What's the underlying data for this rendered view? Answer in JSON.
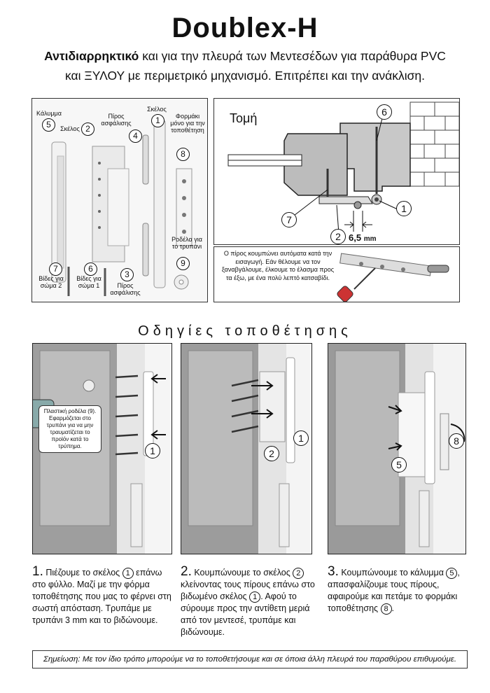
{
  "header": {
    "title": "Doublex-H",
    "subtitle_bold": "Αντιδιαρρηκτικό",
    "subtitle_rest": " και για την πλευρά των Μεντεσέδων για παράθυρα PVC",
    "subtitle_line2": "και ΞΥΛΟΥ με περιμετρικό μηχανισμό. Επιτρέπει και την ανάκλιση."
  },
  "parts": {
    "p5": {
      "num": "5",
      "label": "Κάλυμμα"
    },
    "p2": {
      "num": "2",
      "label": "Σκέλος"
    },
    "p4": {
      "num": "4",
      "label": "Πίρος ασφάλισης"
    },
    "p1": {
      "num": "1",
      "label": "Σκέλος"
    },
    "p8": {
      "num": "8",
      "label": "Φορμάκι μόνο για την τοποθέτηση"
    },
    "p7": {
      "num": "7",
      "label": "Βίδες για σώμα 2"
    },
    "p6": {
      "num": "6",
      "label": "Βίδες για σώμα 1"
    },
    "p3": {
      "num": "3",
      "label": "Πίρος ασφάλισης"
    },
    "p9": {
      "num": "9",
      "label": "Ροδέλα για το τρυπάνι"
    }
  },
  "section_view": {
    "title": "Τομή",
    "callouts": [
      "6",
      "7",
      "2",
      "1"
    ],
    "dimension_value": "6,5",
    "dimension_unit": "mm"
  },
  "pin_note": {
    "text": "Ο πίρος κουμπώνει αυτόματα κατά την εισαγωγή. Εάν θέλουμε να τον ξαναβγάλουμε, έλκουμε το έλασμα προς τα έξω, με ένα πολύ λεπτό κατσαβίδι."
  },
  "instructions_title": "Οδηγίες τοποθέτησης",
  "photos": {
    "photo1_tip": "Πλαστική ροδέλα (9). Εφαρμόζεται στο τρυπάνι για να μην τραυματίζεται το προϊόν κατά το τρύπημα.",
    "photo1_num": "1",
    "photo2_nums": [
      "2",
      "1"
    ],
    "photo3_nums": [
      "8",
      "5"
    ]
  },
  "steps": [
    {
      "num": "1.",
      "t1": "Πιέζουμε το σκέλος ",
      "c": "1",
      "t2": " επάνω",
      "rest": "στο φύλλο. Μαζί με την φόρμα τοποθέτησης που μας το φέρνει στη σωστή απόσταση. Τρυπάμε με τρυπάνι 3 mm και το βιδώνουμε."
    },
    {
      "num": "2.",
      "t1": "Κουμπώνουμε το σκέλος ",
      "c": "2",
      "t2": "",
      "rest_a": "κλείνοντας τους πίρους επάνω στο βιδωμένο σκέλος ",
      "c2": "1",
      "rest_b": ". Αφού το σύρουμε προς την αντίθετη μεριά από τον μεντεσέ, τρυπάμε και βιδώνουμε."
    },
    {
      "num": "3.",
      "t1": "Κουμπώνουμε το κάλυμμα ",
      "c": "5",
      "t2": ",",
      "rest_a": "απασφαλίζουμε τους πίρους, αφαιρούμε και πετάμε το φορμάκι τοποθέτησης ",
      "c2": "8",
      "rest_b": "."
    }
  ],
  "note": "Σημείωση:  Με τον ίδιο τρόπο μπορούμε να το τοποθετήσουμε και σε όποια άλλη πλευρά του παραθύρου επιθυμούμε."
}
